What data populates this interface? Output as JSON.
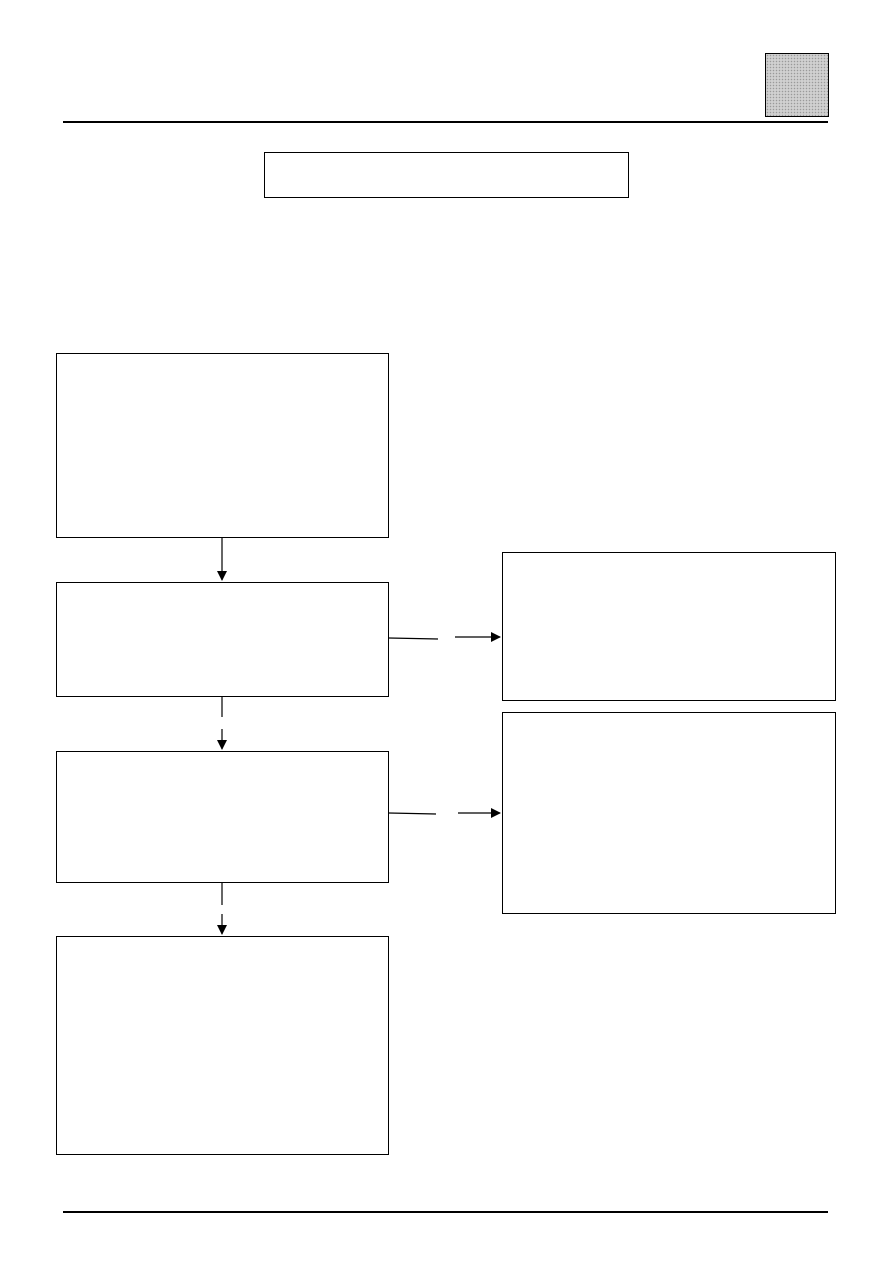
{
  "page": {
    "header_mark": "shaded-square-icon",
    "title_box_text": ""
  },
  "flowchart": {
    "main_steps": [
      {
        "text": ""
      },
      {
        "text": ""
      },
      {
        "text": ""
      },
      {
        "text": ""
      }
    ],
    "branches": [
      {
        "text": ""
      },
      {
        "text": ""
      }
    ],
    "connections": [
      {
        "from": "step-1",
        "to": "step-2",
        "style": "solid"
      },
      {
        "from": "step-2",
        "to": "step-3",
        "style": "broken"
      },
      {
        "from": "step-3",
        "to": "step-4",
        "style": "broken"
      },
      {
        "from": "step-2",
        "to": "branch-1",
        "style": "broken"
      },
      {
        "from": "step-3",
        "to": "branch-2",
        "style": "broken"
      }
    ]
  },
  "colors": {
    "line": "#000000",
    "background": "#ffffff",
    "mark_fill": "#c8c8c8"
  }
}
